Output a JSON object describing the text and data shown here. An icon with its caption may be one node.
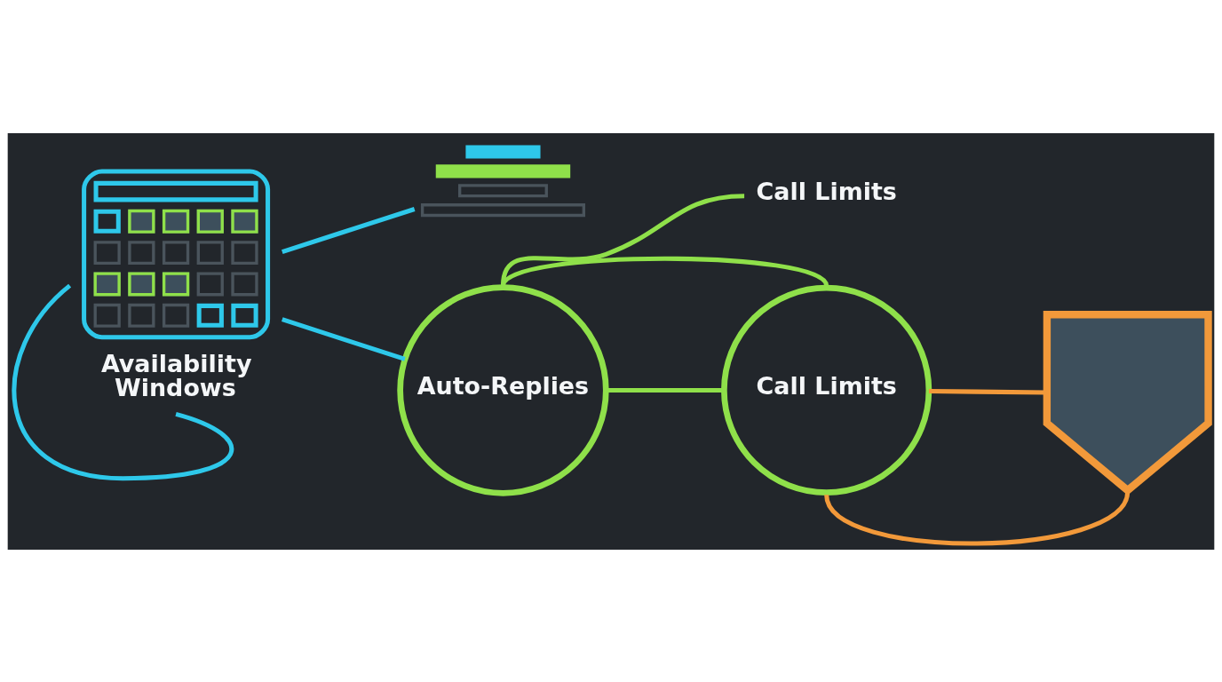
{
  "diagram": {
    "nodes": [
      {
        "text": [
          "Availability Windows"
        ]
      },
      {
        "text": [],
        "shape": "picture"
      },
      {
        "text": [
          "Auto-Replies"
        ]
      },
      {
        "text": [
          "Call Limits"
        ]
      },
      {
        "text": [
          "Call Limits"
        ]
      },
      {
        "text": [],
        "shape": "shield"
      }
    ],
    "edges": [
      {
        "from": 0,
        "to": 1,
        "arrow": "none",
        "color": "#2ec8ea"
      },
      {
        "from": 0,
        "to": 0,
        "arrow": "none",
        "color": "#2ec8ea"
      },
      {
        "from": 0,
        "to": 2,
        "arrow": "none",
        "color": "#2ec8ea"
      },
      {
        "from": 2,
        "to": 3,
        "arrow": "none",
        "color": "#8fe04a"
      },
      {
        "from": 2,
        "to": 3,
        "arrow": "none",
        "color": "#8fe04a"
      },
      {
        "from": 2,
        "to": 4,
        "arrow": "none",
        "color": "#8fe04a"
      },
      {
        "from": 3,
        "to": 5,
        "arrow": "none",
        "color": "#f2993a"
      },
      {
        "from": 3,
        "to": 5,
        "arrow": "none",
        "color": "#f2993a"
      }
    ]
  }
}
